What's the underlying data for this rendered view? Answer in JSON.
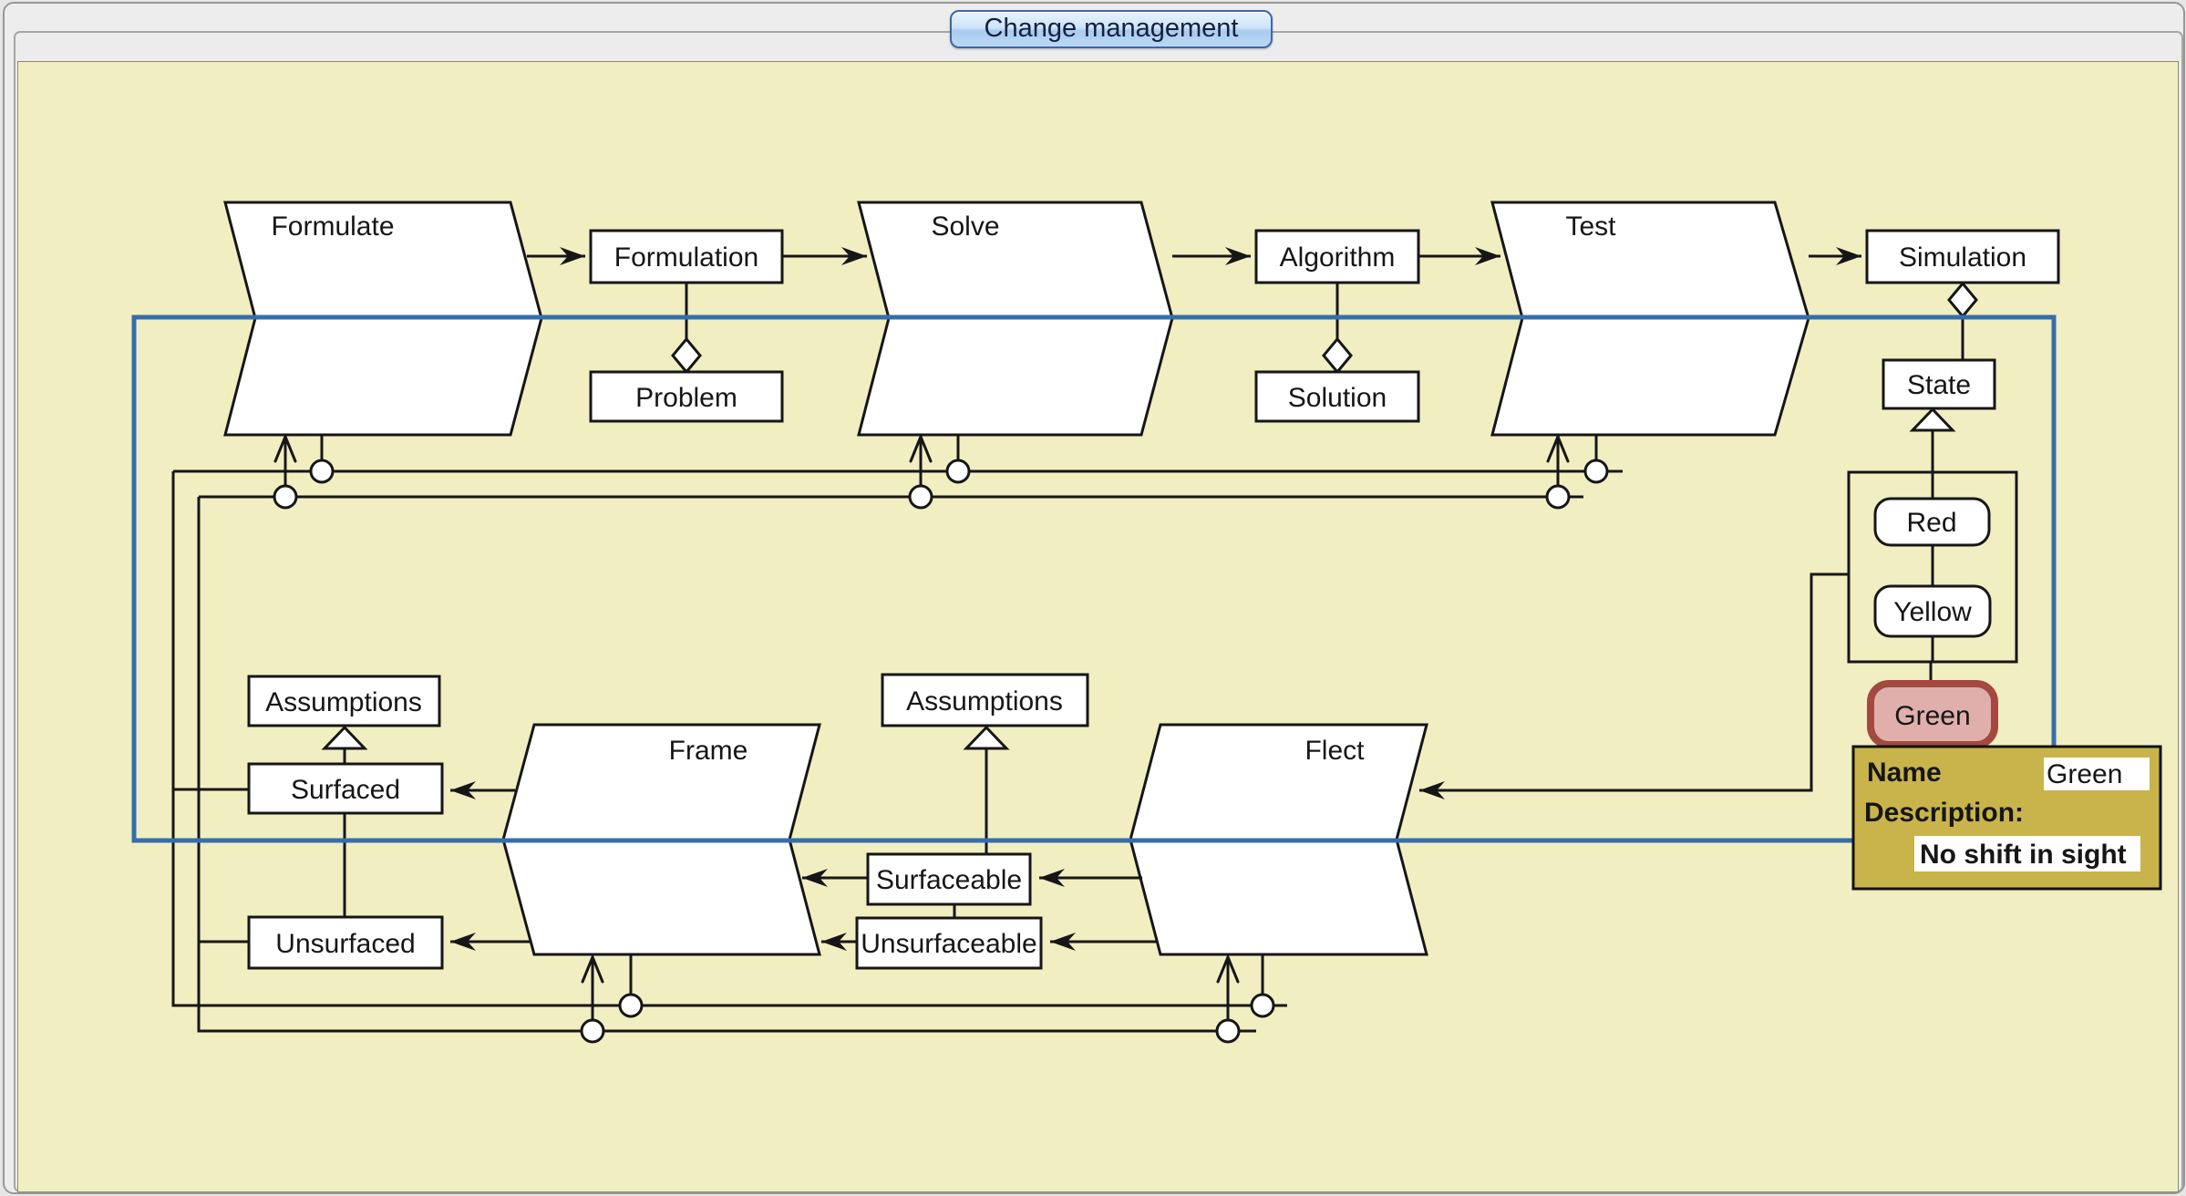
{
  "window": {
    "tab_label": "Change management"
  },
  "nodes": {
    "formulate": "Formulate",
    "formulation": "Formulation",
    "problem": "Problem",
    "solve": "Solve",
    "algorithm": "Algorithm",
    "solution": "Solution",
    "test": "Test",
    "simulation": "Simulation",
    "state": "State",
    "red": "Red",
    "yellow": "Yellow",
    "green": "Green",
    "assumptions_left": "Assumptions",
    "assumptions_mid": "Assumptions",
    "surfaced": "Surfaced",
    "unsurfaced": "Unsurfaced",
    "surfaceable": "Surfaceable",
    "unsurfaceable": "Unsurfaceable",
    "frame": "Frame",
    "flect": "Flect"
  },
  "inspector": {
    "name_label": "Name",
    "name_value": "Green",
    "description_label": "Description:",
    "description_value": "No shift in sight"
  },
  "colors": {
    "canvas": "#f1eec2",
    "ink": "#161616",
    "selection_blue": "#356eac",
    "inspector_bg": "#c8b44a",
    "highlight_border": "#a3493f",
    "highlight_fill": "#e0aeab"
  }
}
